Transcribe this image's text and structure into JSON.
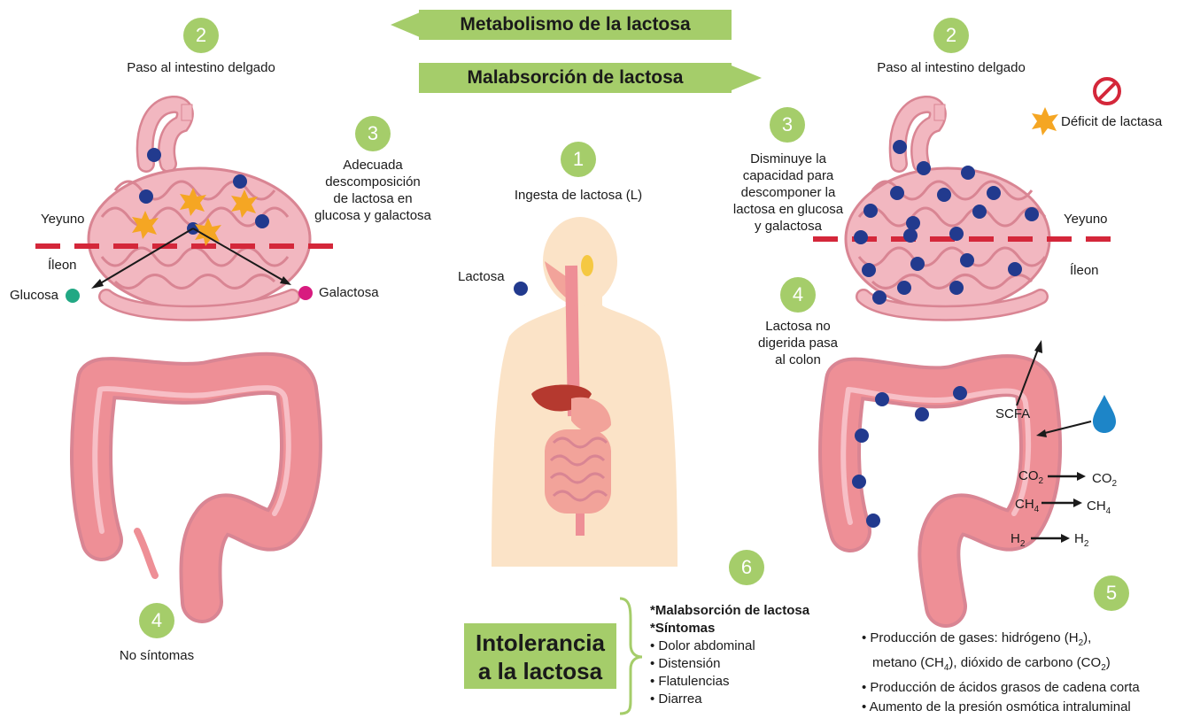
{
  "banners": {
    "metabolism": "Metabolismo de la lactosa",
    "malabsorption": "Malabsorción de lactosa"
  },
  "numbers": {
    "n1": "1",
    "n2": "2",
    "n3": "3",
    "n4": "4",
    "n5": "5",
    "n6": "6"
  },
  "left": {
    "step2": "Paso al intestino delgado",
    "step3_lines": [
      "Adecuada",
      "descomposición",
      "de lactosa en",
      "glucosa y galactosa"
    ],
    "yeyuno": "Yeyuno",
    "ileon": "Íleon",
    "glucosa": "Glucosa",
    "galactosa": "Galactosa",
    "step4": "No síntomas"
  },
  "center": {
    "step1": "Ingesta de lactosa (L)",
    "lactosa": "Lactosa",
    "box_line1": "Intolerancia",
    "box_line2": "a la lactosa",
    "symptoms_header1": "*Malabsorción de lactosa",
    "symptoms_header2": "*Síntomas",
    "symptoms": [
      "• Dolor abdominal",
      "• Distensión",
      "• Flatulencias",
      "• Diarrea"
    ]
  },
  "right": {
    "step2": "Paso al intestino delgado",
    "deficit": "Déficit de lactasa",
    "step3_lines": [
      "Disminuye la",
      "capacidad para",
      "descomponer la",
      "lactosa en glucosa",
      "y galactosa"
    ],
    "yeyuno": "Yeyuno",
    "ileon": "Íleon",
    "step4_lines": [
      "Lactosa no",
      "digerida pasa",
      "al colon"
    ],
    "scfa": "SCFA",
    "gas_co": "CO",
    "gas_co_sub": "2",
    "gas_ch": "CH",
    "gas_ch_sub": "4",
    "gas_h": "H",
    "gas_h_sub": "2",
    "effects_line1_a": "• Producción de gases: hidrógeno (H",
    "effects_line1_sub": "2",
    "effects_line1_b": "),",
    "effects_line2_a": "metano (CH",
    "effects_line2_sub1": "4",
    "effects_line2_b": "), dióxido de carbono (CO",
    "effects_line2_sub2": "2",
    "effects_line2_c": ")",
    "effects_line3": "• Producción de ácidos grasos de cadena corta",
    "effects_line4": "• Aumento de la presión osmótica intraluminal"
  },
  "colors": {
    "accent_green": "#a5cd6a",
    "intestine_pink": "#f2b7c0",
    "intestine_outline": "#d98593",
    "colon_pink": "#ee8f96",
    "lactose_dot": "#223a8e",
    "enzyme_star": "#f5a623",
    "glucose_dot": "#22a884",
    "galactose_dot": "#d81b7f",
    "dashed_line": "#d4273a",
    "forbidden": "#d4273a",
    "water_drop": "#1d85c8"
  },
  "icons": [
    "left-arrow-icon",
    "right-arrow-icon",
    "lactase-star-icon",
    "forbidden-icon",
    "water-drop-icon",
    "lactose-dot-icon",
    "glucose-dot-icon",
    "galactose-dot-icon",
    "curly-brace-icon"
  ]
}
